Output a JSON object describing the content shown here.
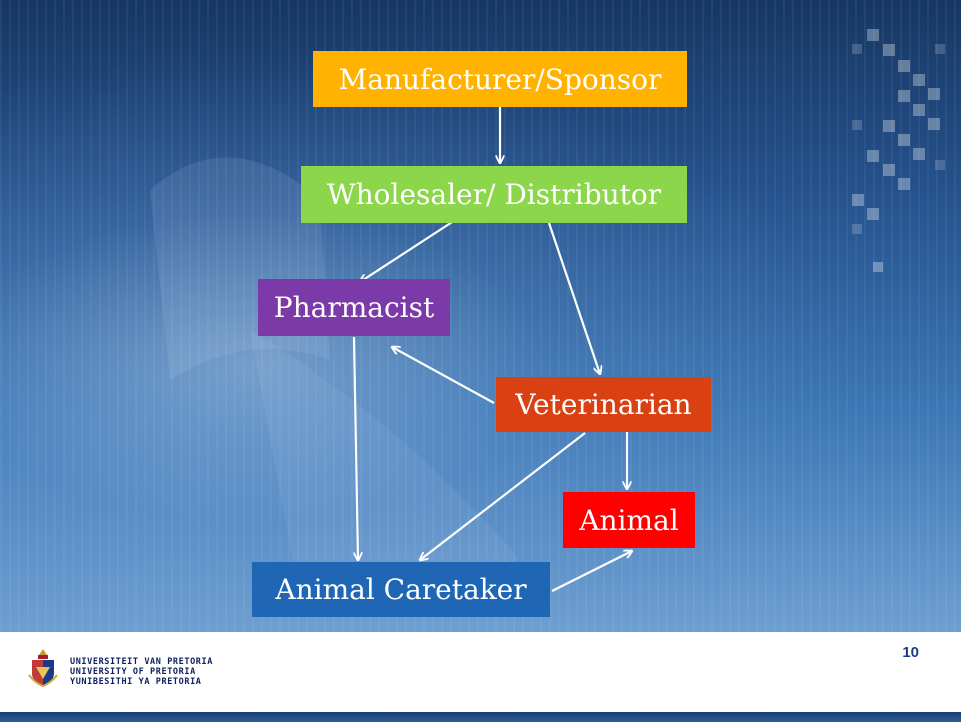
{
  "colors": {
    "manufacturer": "#ffb300",
    "wholesaler": "#8bd64a",
    "pharmacist": "#7b3aa7",
    "veterinarian": "#d94012",
    "animal": "#ff0000",
    "caretaker": "#1f67b5",
    "arrow": "#ffffff"
  },
  "diagram": {
    "nodes": [
      {
        "id": "manufacturer",
        "label": "Manufacturer/Sponsor"
      },
      {
        "id": "wholesaler",
        "label": "Wholesaler/ Distributor"
      },
      {
        "id": "pharmacist",
        "label": "Pharmacist"
      },
      {
        "id": "veterinarian",
        "label": "Veterinarian"
      },
      {
        "id": "animal",
        "label": "Animal"
      },
      {
        "id": "caretaker",
        "label": "Animal Caretaker"
      }
    ],
    "edges": [
      {
        "from": "manufacturer",
        "to": "wholesaler"
      },
      {
        "from": "wholesaler",
        "to": "pharmacist"
      },
      {
        "from": "wholesaler",
        "to": "veterinarian"
      },
      {
        "from": "veterinarian",
        "to": "pharmacist"
      },
      {
        "from": "pharmacist",
        "to": "caretaker"
      },
      {
        "from": "veterinarian",
        "to": "animal"
      },
      {
        "from": "veterinarian",
        "to": "caretaker"
      },
      {
        "from": "caretaker",
        "to": "animal"
      }
    ]
  },
  "footer": {
    "university_lines": [
      "UNIVERSITEIT VAN PRETORIA",
      "UNIVERSITY OF PRETORIA",
      "YUNIBESITHI YA PRETORIA"
    ],
    "slide_number": "10"
  }
}
